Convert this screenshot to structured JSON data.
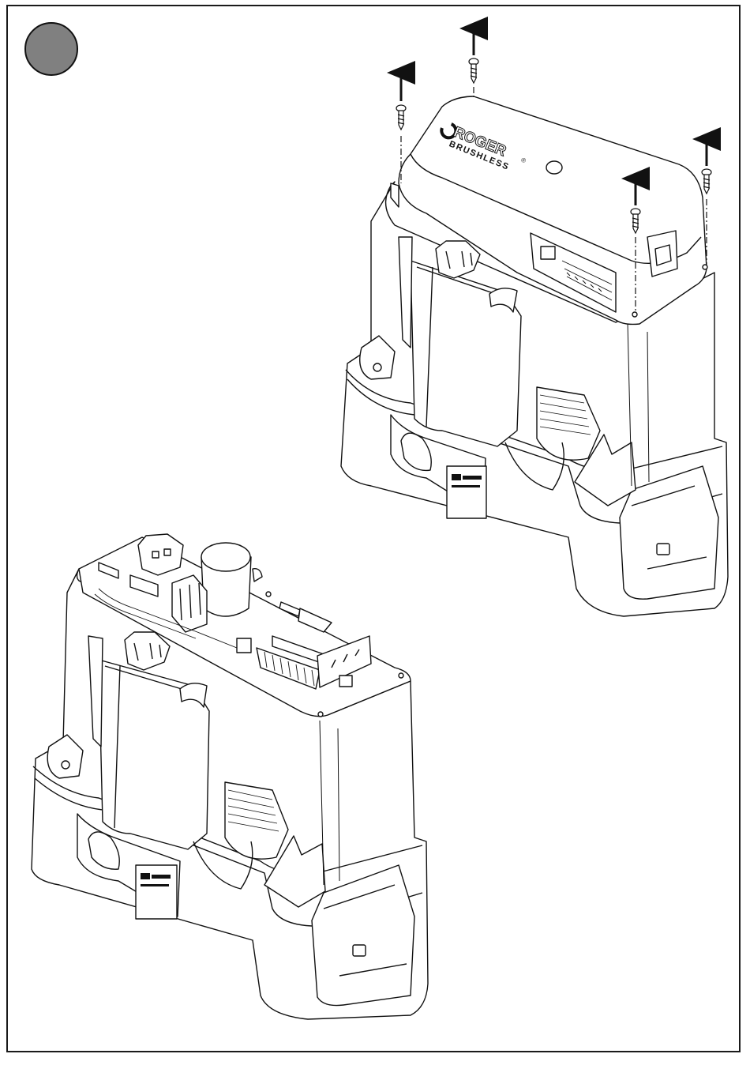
{
  "figure": {
    "badge_color": "#808080",
    "line_color": "#111111",
    "cover": {
      "brand": "ROGER",
      "sub_brand": "BRUSHLESS",
      "reg_mark": "®"
    },
    "arrows": {
      "count": 4,
      "direction": "up",
      "icon": "arrow-up-icon"
    },
    "screws": {
      "count": 4,
      "icon": "screw-icon"
    }
  }
}
